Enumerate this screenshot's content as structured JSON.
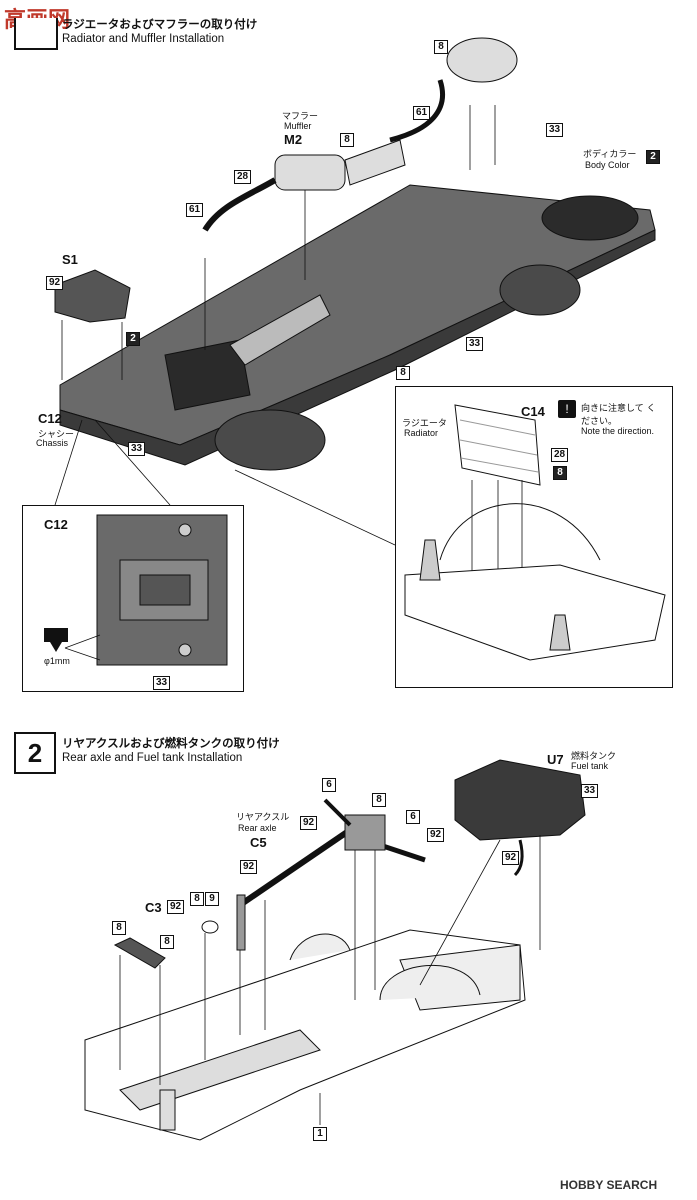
{
  "watermark_top": "高画网",
  "watermark_bottom": "HOBBY SEARCH",
  "step1": {
    "title_ja": "ラジエータおよびマフラーの取り付け",
    "title_en": "Radiator and Muffler Installation",
    "muffler_ja": "マフラー",
    "muffler_en": "Muffler",
    "muffler_part": "M2",
    "body_color_ja": "ボディカラー",
    "body_color_en": "Body Color",
    "body_color_num": "2",
    "s1": "S1",
    "c12": "C12",
    "chassis_ja": "シャシー",
    "chassis_en": "Chassis",
    "radiator_ja": "ラジエータ",
    "radiator_en": "Radiator",
    "c14": "C14",
    "note_ja": "向きに注意して ください。",
    "note_en": "Note the direction.",
    "inset_c12": "C12",
    "drill": "φ1mm",
    "nums": {
      "n8a": "8",
      "n61a": "61",
      "n8b": "8",
      "n28a": "28",
      "n61b": "61",
      "n33a": "33",
      "n92": "92",
      "n2a": "2",
      "n33b": "33",
      "n8c": "8",
      "n33c": "33",
      "n28b": "28",
      "n8d": "8",
      "n33d": "33"
    }
  },
  "step2": {
    "number": "2",
    "title_ja": "リヤアクスルおよび燃料タンクの取り付け",
    "title_en": "Rear axle and Fuel tank Installation",
    "rear_axle_ja": "リヤアクスル",
    "rear_axle_en": "Rear axle",
    "c5": "C5",
    "u7": "U7",
    "fuel_ja": "燃料タンク",
    "fuel_en": "Fuel tank",
    "c3": "C3",
    "nums": {
      "n6a": "6",
      "n8a": "8",
      "n6b": "6",
      "n92a": "92",
      "n92b": "92",
      "n92c": "92",
      "n33": "33",
      "n92d": "92",
      "n92e": "92",
      "n8b": "8",
      "n9": "9",
      "n8c": "8",
      "n8d": "8",
      "n1": "1"
    }
  }
}
